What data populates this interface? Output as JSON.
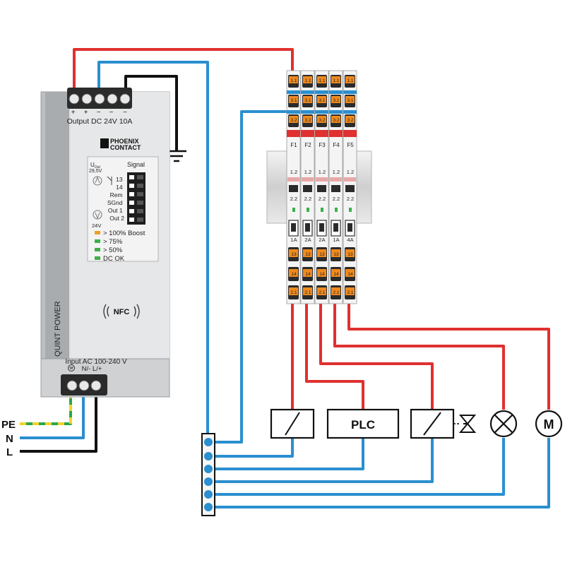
{
  "colors": {
    "positive_wire": "#e03030",
    "negative_wire": "#2a8fd0",
    "ground_wire": "#111111",
    "pe_wire_green": "#2aa84a",
    "pe_wire_yellow": "#f2d230",
    "terminal_orange": "#ef8a1e",
    "breaker_band": "#e03030",
    "led_green": "#3cb04a",
    "led_orange": "#f0a020"
  },
  "power_supply": {
    "output_polarity": [
      "+",
      "+",
      "−",
      "−",
      "−"
    ],
    "output_label": "Output DC 24V 10A",
    "brand_line1": "PHOENIX",
    "brand_line2": "CONTACT",
    "uout_label": "U",
    "uout_sub": "Out",
    "uout_value": "29,5V",
    "uout_min": "24V",
    "signal_title": "Signal",
    "signal_pins": [
      "13",
      "14",
      "Rem",
      "SGnd",
      "Out 1",
      "Out 2"
    ],
    "status_legend": [
      {
        "label": "> 100% Boost",
        "color": "#f0a020"
      },
      {
        "label": "> 75%",
        "color": "#3cb04a"
      },
      {
        "label": "> 50%",
        "color": "#3cb04a"
      },
      {
        "label": "DC OK",
        "color": "#3cb04a"
      }
    ],
    "nfc_label": "NFC",
    "product_name": "QUINT POWER",
    "input_label": "Input AC 100-240 V",
    "input_terminals_label": "N/- L/+"
  },
  "mains": {
    "pe": "PE",
    "n": "N",
    "l": "L"
  },
  "breaker_module": {
    "channels": [
      {
        "name": "F1",
        "rating": "1A"
      },
      {
        "name": "F2",
        "rating": "2A"
      },
      {
        "name": "F3",
        "rating": "2A"
      },
      {
        "name": "F4",
        "rating": "1A"
      },
      {
        "name": "F5",
        "rating": "4A"
      }
    ],
    "top_terminal_labels": [
      "1.1",
      "3.1",
      "3.2"
    ],
    "contact_1": "1.2",
    "contact_2": "2.2",
    "bottom_terminal_labels": [
      "13",
      "14",
      "2.1"
    ]
  },
  "loads": {
    "plc_label": "PLC",
    "motor_label": "M"
  }
}
